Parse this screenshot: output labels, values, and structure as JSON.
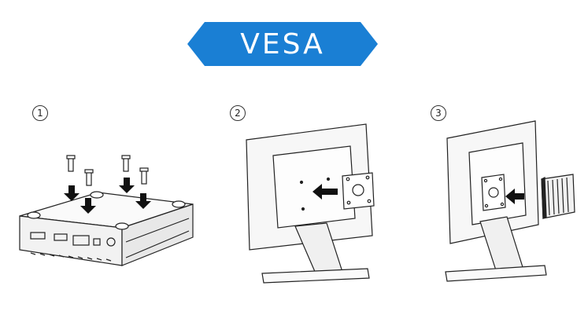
{
  "banner": {
    "title": "VESA",
    "color": "#1a7fd4"
  },
  "steps": [
    {
      "number": "1"
    },
    {
      "number": "2"
    },
    {
      "number": "3"
    }
  ],
  "icons": [
    "screw-icon",
    "down-arrow-icon",
    "left-arrow-icon",
    "mini-pc",
    "monitor",
    "vesa-bracket"
  ]
}
